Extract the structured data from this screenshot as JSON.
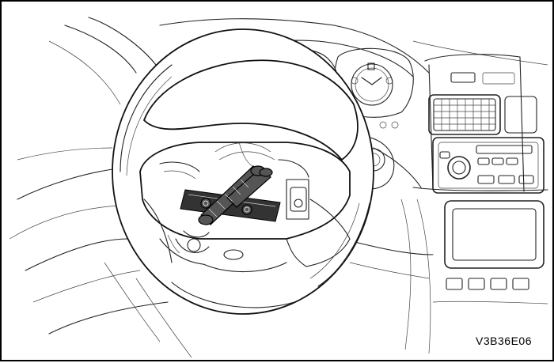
{
  "figure": {
    "caption": "V3B36E06",
    "colors": {
      "line": "#222222",
      "background": "#ffffff",
      "tool_fill": "#555555"
    },
    "icons": [
      "steering-wheel",
      "airbag-removal-tool",
      "instrument-cluster",
      "air-vent",
      "radio-unit"
    ]
  }
}
